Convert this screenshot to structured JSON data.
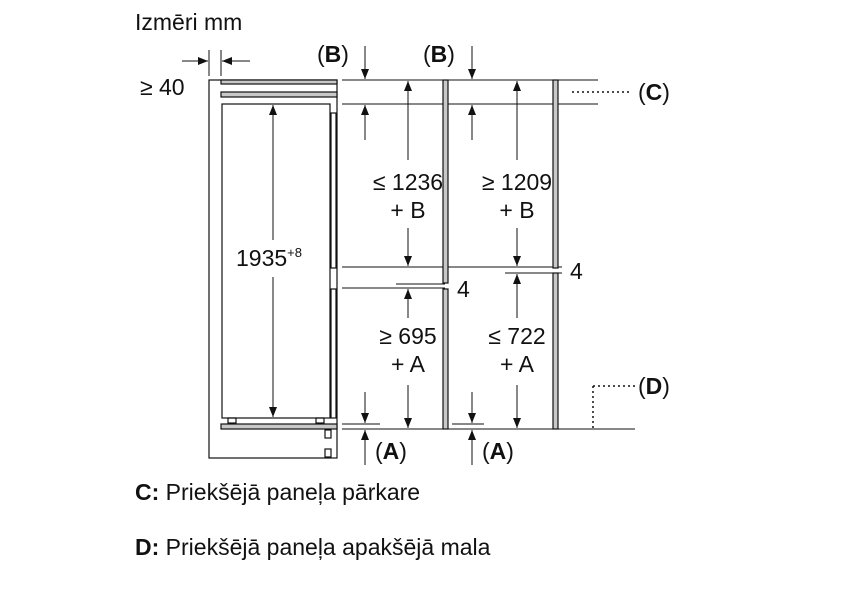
{
  "title": "Izmēri mm",
  "dims": {
    "side_gap": "≥ 40",
    "height": "1935",
    "height_tol": "+8",
    "upper_left": "≤ 1236",
    "upper_left_add": "+ B",
    "upper_right": "≥ 1209",
    "upper_right_add": "+ B",
    "lower_left": "≥ 695",
    "lower_left_add": "+ A",
    "lower_right": "≤ 722",
    "lower_right_add": "+ A",
    "gap_left": "4",
    "gap_right": "4"
  },
  "labels": {
    "A": "A",
    "B": "B",
    "C": "C",
    "D": "D"
  },
  "legend": [
    {
      "key": "C:",
      "text": "Priekšējā paneļa pārkare"
    },
    {
      "key": "D:",
      "text": "Priekšējā paneļa apakšējā mala"
    }
  ]
}
